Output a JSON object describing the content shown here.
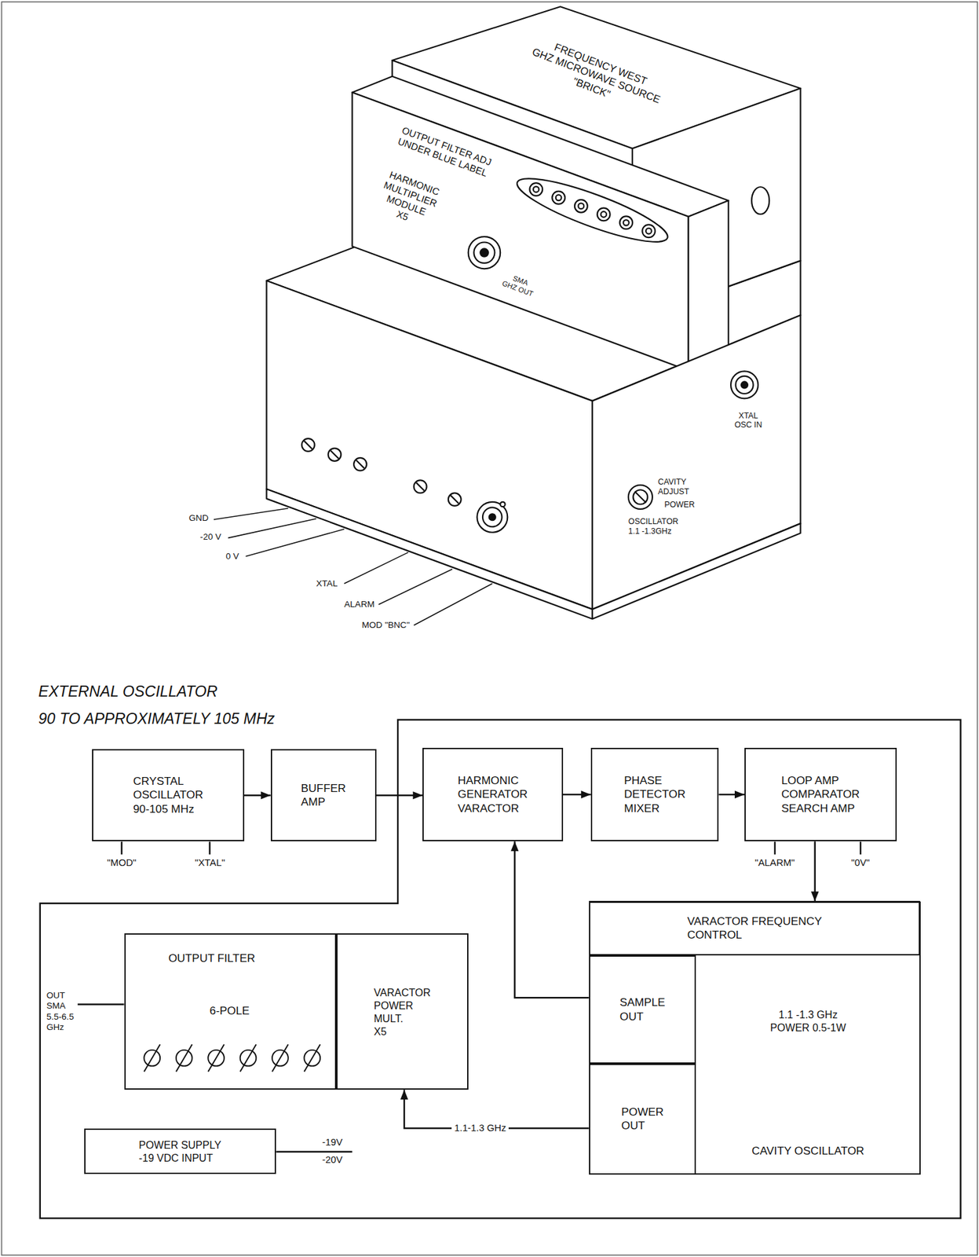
{
  "diagram": {
    "nodes": [
      {
        "text": [
          "CRYSTAL OSCILLATOR 90-105 MHz"
        ]
      },
      {
        "text": [
          "BUFFER AMP"
        ]
      },
      {
        "text": [
          "HARMONIC GENERATOR VARACTOR"
        ]
      },
      {
        "text": [
          "PHASE DETECTOR MIXER"
        ]
      },
      {
        "text": [
          "LOOP AMP COMPARATOR SEARCH AMP"
        ]
      },
      {
        "text": [
          "1.1 -1.3 GHz POWER 0.5-1W",
          "CAVITY OSCILLATOR"
        ]
      },
      {
        "text": [
          "VARACTOR FREQUENCY CONTROL"
        ],
        "in": 5
      },
      {
        "text": [
          "SAMPLE OUT"
        ],
        "in": 5
      },
      {
        "text": [
          "POWER OUT"
        ],
        "in": 5
      },
      {
        "text": [
          "OUTPUT FILTER",
          "6-POLE"
        ]
      },
      {
        "text": [
          "VARACTOR POWER MULT. X5"
        ]
      },
      {
        "text": [
          "POWER SUPPLY -19 VDC INPUT"
        ]
      }
    ],
    "edges": [
      {
        "from": 0,
        "to": 1,
        "arrow": "to"
      },
      {
        "from": 1,
        "to": 2,
        "arrow": "to"
      },
      {
        "from": 2,
        "to": 3,
        "arrow": "to"
      },
      {
        "from": 3,
        "to": 4,
        "arrow": "to"
      },
      {
        "from": 4,
        "to": 6,
        "arrow": "to"
      },
      {
        "from": 7,
        "to": 2,
        "arrow": "to"
      },
      {
        "from": 8,
        "to": 10,
        "arrow": "to",
        "label": "1.1-1.3 GHz"
      }
    ],
    "labels": [
      "FREQUENCY WEST GHZ MICROWAVE SOURCE \"BRICK\"",
      "OUTPUT FILTER ADJ UNDER BLUE LABEL",
      "HARMONIC MULTIPLIER MODULE X5",
      "SMA GHZ OUT",
      "XTAL OSC IN",
      "CAVITY ADJUST",
      "POWER",
      "OSCILLATOR 1.1 -1.3GHz",
      "GND",
      "-20 V",
      "0 V",
      "XTAL",
      "ALARM",
      "MOD \"BNC\"",
      "EXTERNAL OSCILLATOR 90 TO APPROXIMATELY 105 MHz",
      "\"MOD\"",
      "\"XTAL\"",
      "\"ALARM\"",
      "\"0V\"",
      "OUT SMA 5.5-6.5 GHz",
      "-19V",
      "-20V"
    ]
  }
}
